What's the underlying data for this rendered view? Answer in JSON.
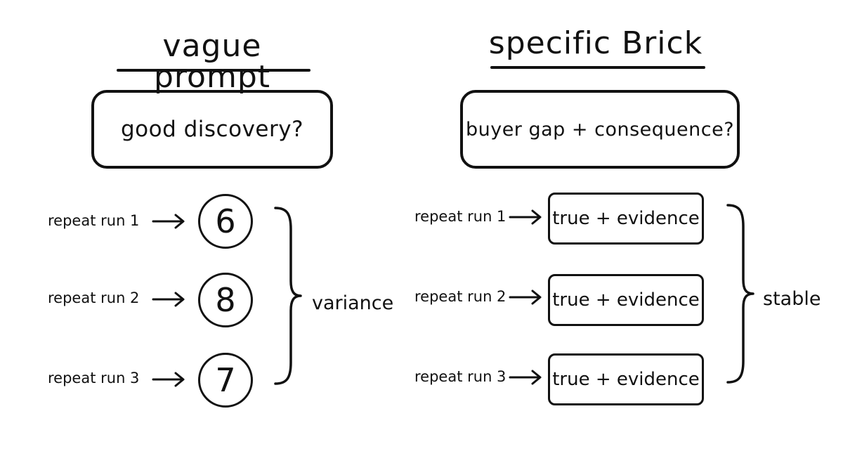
{
  "left_panel": {
    "title": "vague prompt",
    "question": "good discovery?",
    "runs": [
      {
        "label": "repeat run 1",
        "score": "6"
      },
      {
        "label": "repeat run 2",
        "score": "8"
      },
      {
        "label": "repeat run 3",
        "score": "7"
      }
    ],
    "brace_label": "variance"
  },
  "right_panel": {
    "title": "specific Brick",
    "question": "buyer gap + consequence?",
    "runs": [
      {
        "label": "repeat run 1",
        "result": "true + evidence"
      },
      {
        "label": "repeat run 2",
        "result": "true + evidence"
      },
      {
        "label": "repeat run 3",
        "result": "true + evidence"
      }
    ],
    "brace_label": "stable"
  }
}
